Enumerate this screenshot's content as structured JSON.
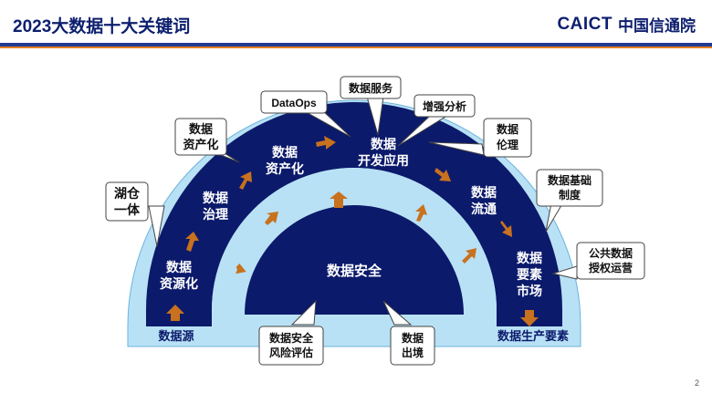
{
  "header": {
    "title": "2023大数据十大关键词",
    "logo_en": "CAICT",
    "logo_cn": "中国信通院"
  },
  "page_number": "2",
  "colors": {
    "navy": "#0b1a6b",
    "light_blue": "#b9e1f5",
    "arrow_orange": "#c8711e",
    "title_blue": "#0d1f6e"
  },
  "diagram": {
    "center": "数据安全",
    "base_left": "数据源",
    "base_right": "数据生产要素",
    "stages": {
      "resource": [
        "数据",
        "资源化"
      ],
      "governance": [
        "数据",
        "治理"
      ],
      "capitalization": [
        "数据",
        "资产化"
      ],
      "development": [
        "数据",
        "开发应用"
      ],
      "circulation": [
        "数据",
        "流通"
      ],
      "market": [
        "数据",
        "要素",
        "市场"
      ]
    },
    "callouts": {
      "lake": [
        "湖仓",
        "一体"
      ],
      "asset": [
        "数据",
        "资产化"
      ],
      "dataops": [
        "DataOps"
      ],
      "service": [
        "数据服务"
      ],
      "analytics": [
        "增强分析"
      ],
      "ethics": [
        "数据",
        "伦理"
      ],
      "infra": [
        "数据基础",
        "制度"
      ],
      "public": [
        "公共数据",
        "授权运营"
      ],
      "risk": [
        "数据安全",
        "风险评估"
      ],
      "export": [
        "数据",
        "出境"
      ]
    }
  }
}
